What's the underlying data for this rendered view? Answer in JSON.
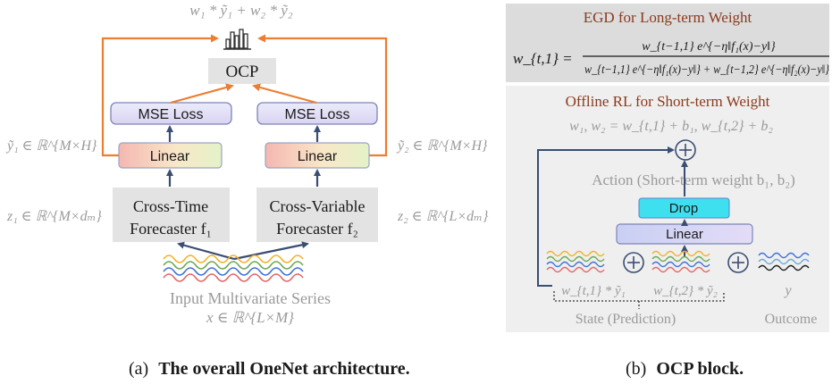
{
  "panel_a": {
    "top_formula": "w₁ * ỹ₁ + w₂ * ỹ₂",
    "ocp_label": "OCP",
    "mse_loss_left": "MSE Loss",
    "mse_loss_right": "MSE Loss",
    "linear_left": "Linear",
    "linear_right": "Linear",
    "y1_label": "ỹ₁ ∈ ℝ^{M×H}",
    "y2_label": "ỹ₂ ∈ ℝ^{M×H}",
    "z1_label": "z₁ ∈ ℝ^{M×dₘ}",
    "z2_label": "z₂ ∈ ℝ^{L×dₘ}",
    "forecaster1_line1": "Cross-Time",
    "forecaster1_line2": "Forecaster f₁",
    "forecaster2_line1": "Cross-Variable",
    "forecaster2_line2": "Forecaster f₂",
    "input_line1": "Input Multivariate Series",
    "input_line2": "x ∈ ℝ^{L×M}",
    "caption_prefix": "(a)",
    "caption_bold": "The overall OneNet architecture."
  },
  "panel_b": {
    "egd_title": "EGD for Long-term Weight",
    "egd_lhs": "w_{t,1} =",
    "egd_numerator": "w_{t−1,1} e^{−η‖f₁(x)−y‖}",
    "egd_denominator": "w_{t−1,1} e^{−η‖f₁(x)−y‖} + w_{t−1,2} e^{−η‖f₂(x)−y‖}",
    "rl_title": "Offline RL for Short-term Weight",
    "rl_formula": "w₁, w₂ = w_{t,1} + b₁, w_{t,2} + b₂",
    "action_label": "Action (Short-term weight b₁, b₂)",
    "drop_label": "Drop",
    "linear_label": "Linear",
    "state_term1": "w_{t,1} * ỹ₁",
    "state_term2": "w_{t,2} * ỹ₂",
    "y_label": "y",
    "state_label": "State (Prediction)",
    "outcome_label": "Outcome",
    "caption_prefix": "(b)",
    "caption_bold": "OCP block."
  },
  "colors": {
    "orange": "#ed7d31",
    "navy": "#3a4e72",
    "mse_fill": "#dcd8f4",
    "drop_fill": "#3ee0ef",
    "gray_box": "#e3e3e3"
  }
}
